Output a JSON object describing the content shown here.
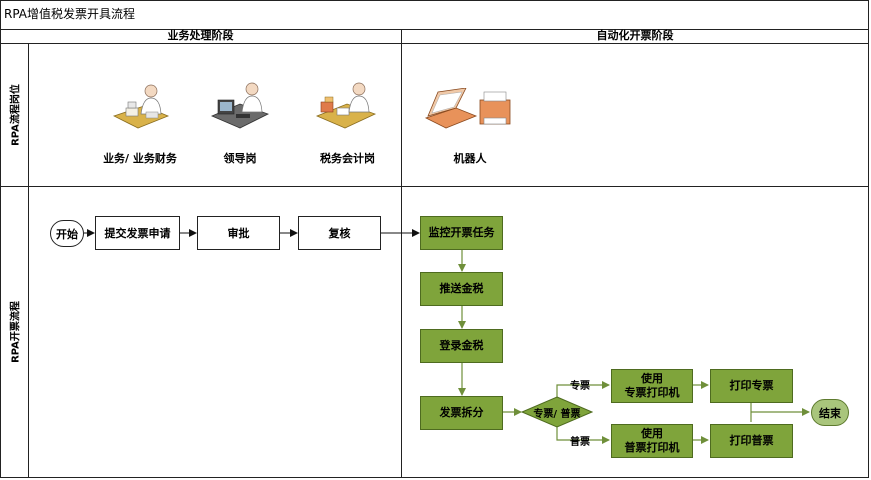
{
  "title": "RPA增值税发票开具流程",
  "phases": [
    "业务处理阶段",
    "自动化开票阶段"
  ],
  "lanes": [
    "RPA流程岗位",
    "RPA开票流程"
  ],
  "roles": [
    "业务/ 业务财务",
    "领导岗",
    "税务会计岗",
    "机器人"
  ],
  "icons": [
    "business-finance-person-icon",
    "leader-person-icon",
    "tax-accountant-person-icon",
    "robot-laptop-printer-icon"
  ],
  "flow": {
    "start": "开始",
    "submit": "提交发票申请",
    "approve": "审批",
    "review": "复核",
    "monitor": "监控开票任务",
    "push": "推送金税",
    "login": "登录金税",
    "split": "发票拆分",
    "decision": "专票/ 普票",
    "branch_special": "专票",
    "branch_general": "普票",
    "use_special_line1": "使用",
    "use_special_line2": "专票打印机",
    "use_general_line1": "使用",
    "use_general_line2": "普票打印机",
    "print_special": "打印专票",
    "print_general": "打印普票",
    "end": "结束"
  },
  "colors": {
    "process_green": "#7fa43b",
    "end_green": "#a9c57c",
    "line_green": "#6f8f3a",
    "border": "#222222"
  }
}
